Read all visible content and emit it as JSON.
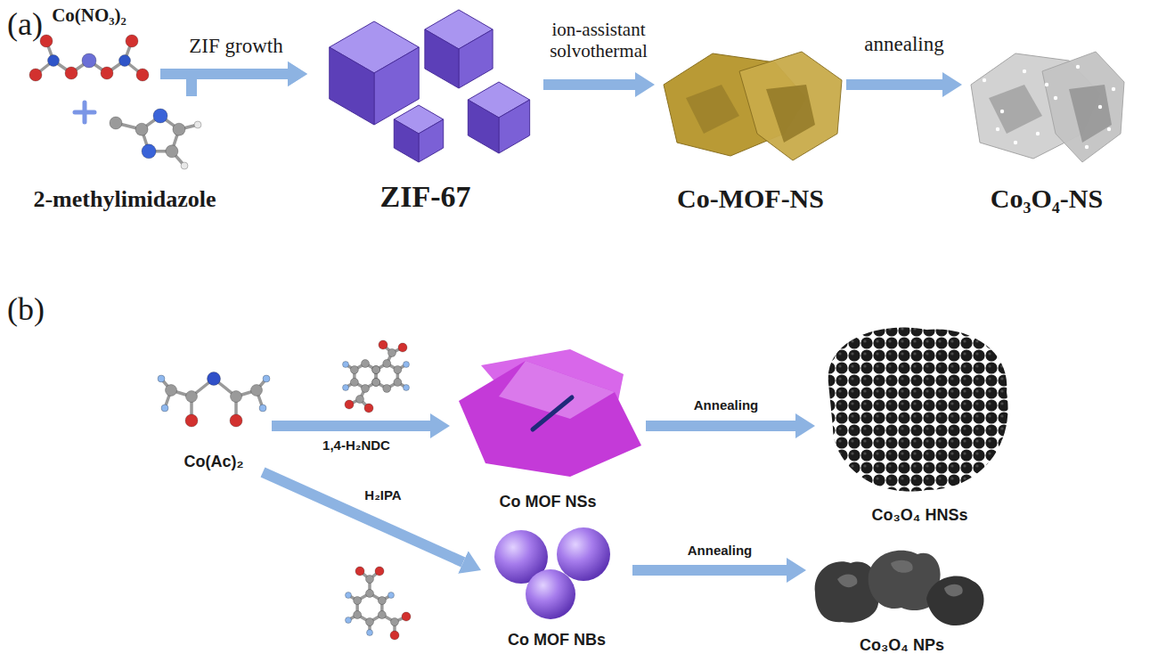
{
  "diagram": {
    "nodes": [
      {
        "text": [
          "Co(NO₃)₂"
        ]
      },
      {
        "text": [
          "2-methylimidazole"
        ]
      },
      {
        "text": [
          "ZIF-67"
        ]
      },
      {
        "text": [
          "Co-MOF-NS"
        ]
      },
      {
        "text": [
          "Co₃O₄-NS"
        ]
      },
      {
        "text": [
          "Co(Ac)₂"
        ]
      },
      {
        "text": [
          "Co MOF NSs"
        ]
      },
      {
        "text": [
          "Co₃O₄ HNSs"
        ]
      },
      {
        "text": [
          "Co MOF NBs"
        ]
      },
      {
        "text": [
          "Co₃O₄ NPs"
        ]
      }
    ],
    "edges": [
      {
        "from": 0,
        "to": 2,
        "arrow": "to",
        "label": "ZIF growth"
      },
      {
        "from": 1,
        "to": 2,
        "arrow": "to"
      },
      {
        "from": 2,
        "to": 3,
        "arrow": "to",
        "label": "ion-assistant solvothermal"
      },
      {
        "from": 3,
        "to": 4,
        "arrow": "to",
        "label": "annealing"
      },
      {
        "from": 5,
        "to": 6,
        "arrow": "to",
        "label": "1,4-H₂NDC"
      },
      {
        "from": 6,
        "to": 7,
        "arrow": "to",
        "label": "Annealing"
      },
      {
        "from": 5,
        "to": 8,
        "arrow": "to",
        "label": "H₂IPA"
      },
      {
        "from": 8,
        "to": 9,
        "arrow": "to",
        "label": "Annealing"
      }
    ],
    "labels": [
      "(a)",
      "(b)"
    ]
  }
}
